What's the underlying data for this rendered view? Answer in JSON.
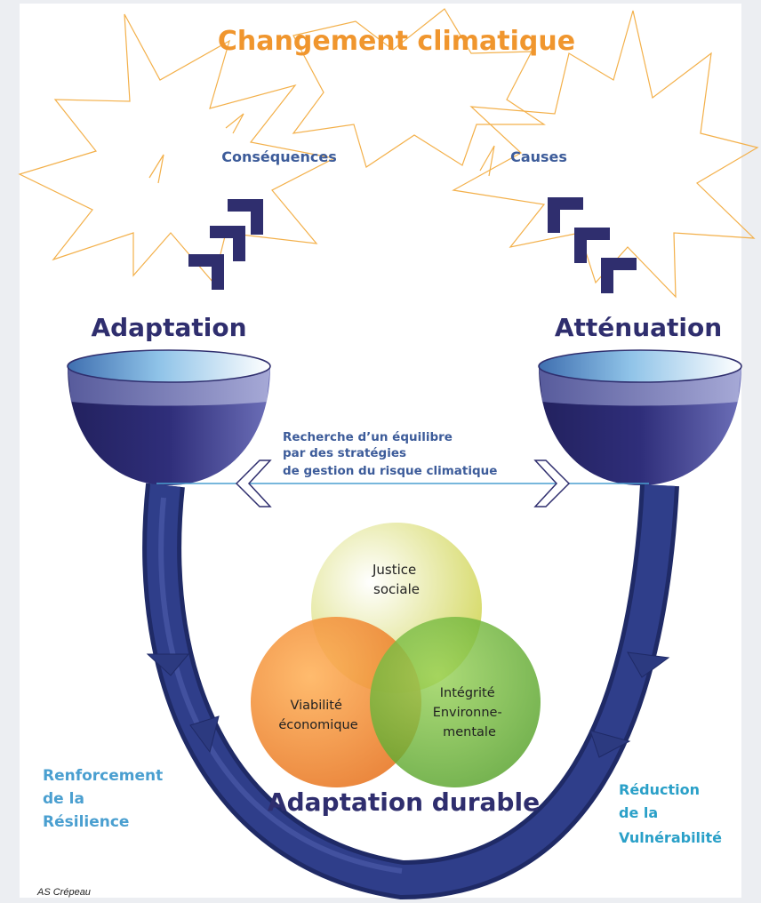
{
  "title": "Changement climatique",
  "stars": {
    "left_label": "Conséquences",
    "right_label": "Causes"
  },
  "bowls": {
    "left": "Adaptation",
    "right": "Atténuation"
  },
  "balance_text": [
    "Recherche d’un équilibre",
    "par des stratégies",
    "de gestion du risque climatique"
  ],
  "venn": {
    "top": [
      "Justice",
      "sociale"
    ],
    "left": [
      "Viabilité",
      "économique"
    ],
    "right": [
      "Intégrité",
      "Environne-",
      "mentale"
    ]
  },
  "center_title": "Adaptation durable",
  "left_side": [
    "Renforcement",
    "de la",
    "Résilience"
  ],
  "right_side": [
    "Réduction",
    "de la",
    "Vulnérabilité"
  ],
  "credit": "AS Crépeau",
  "colors": {
    "title_orange": "#f0962e",
    "navy": "#2f2e6e",
    "label_blue": "#3d5c9a",
    "side_blue": "#4a9fd0",
    "yellow": "#e4e67a",
    "orange": "#ef8c3a",
    "green": "#6cb23a"
  }
}
